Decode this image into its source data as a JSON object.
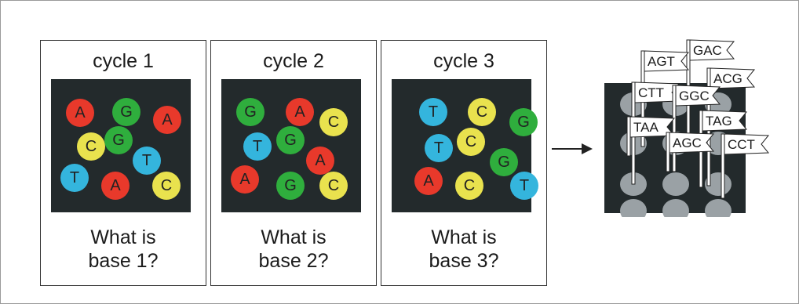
{
  "colors": {
    "A": "#e8392b",
    "G": "#2fae3d",
    "C": "#e9e24e",
    "T": "#34b5dd",
    "box": "#232a2c",
    "spot": "#9aa1a5"
  },
  "panels": [
    {
      "title": "cycle 1",
      "question_line1": "What is",
      "question_line2": "base 1?",
      "bases": [
        "A",
        "G",
        "A",
        "C",
        "G",
        "T",
        "T",
        "A",
        "C"
      ]
    },
    {
      "title": "cycle 2",
      "question_line1": "What is",
      "question_line2": "base 2?",
      "bases": [
        "G",
        "A",
        "C",
        "T",
        "G",
        "A",
        "A",
        "G",
        "C"
      ]
    },
    {
      "title": "cycle 3",
      "question_line1": "What is",
      "question_line2": "base 3?",
      "bases": [
        "T",
        "C",
        "G",
        "T",
        "C",
        "G",
        "A",
        "C",
        "T"
      ]
    }
  ],
  "flags": [
    "GAC",
    "AGT",
    "ACG",
    "CTT",
    "GGC",
    "TAA",
    "TAG",
    "AGC",
    "CCT"
  ]
}
